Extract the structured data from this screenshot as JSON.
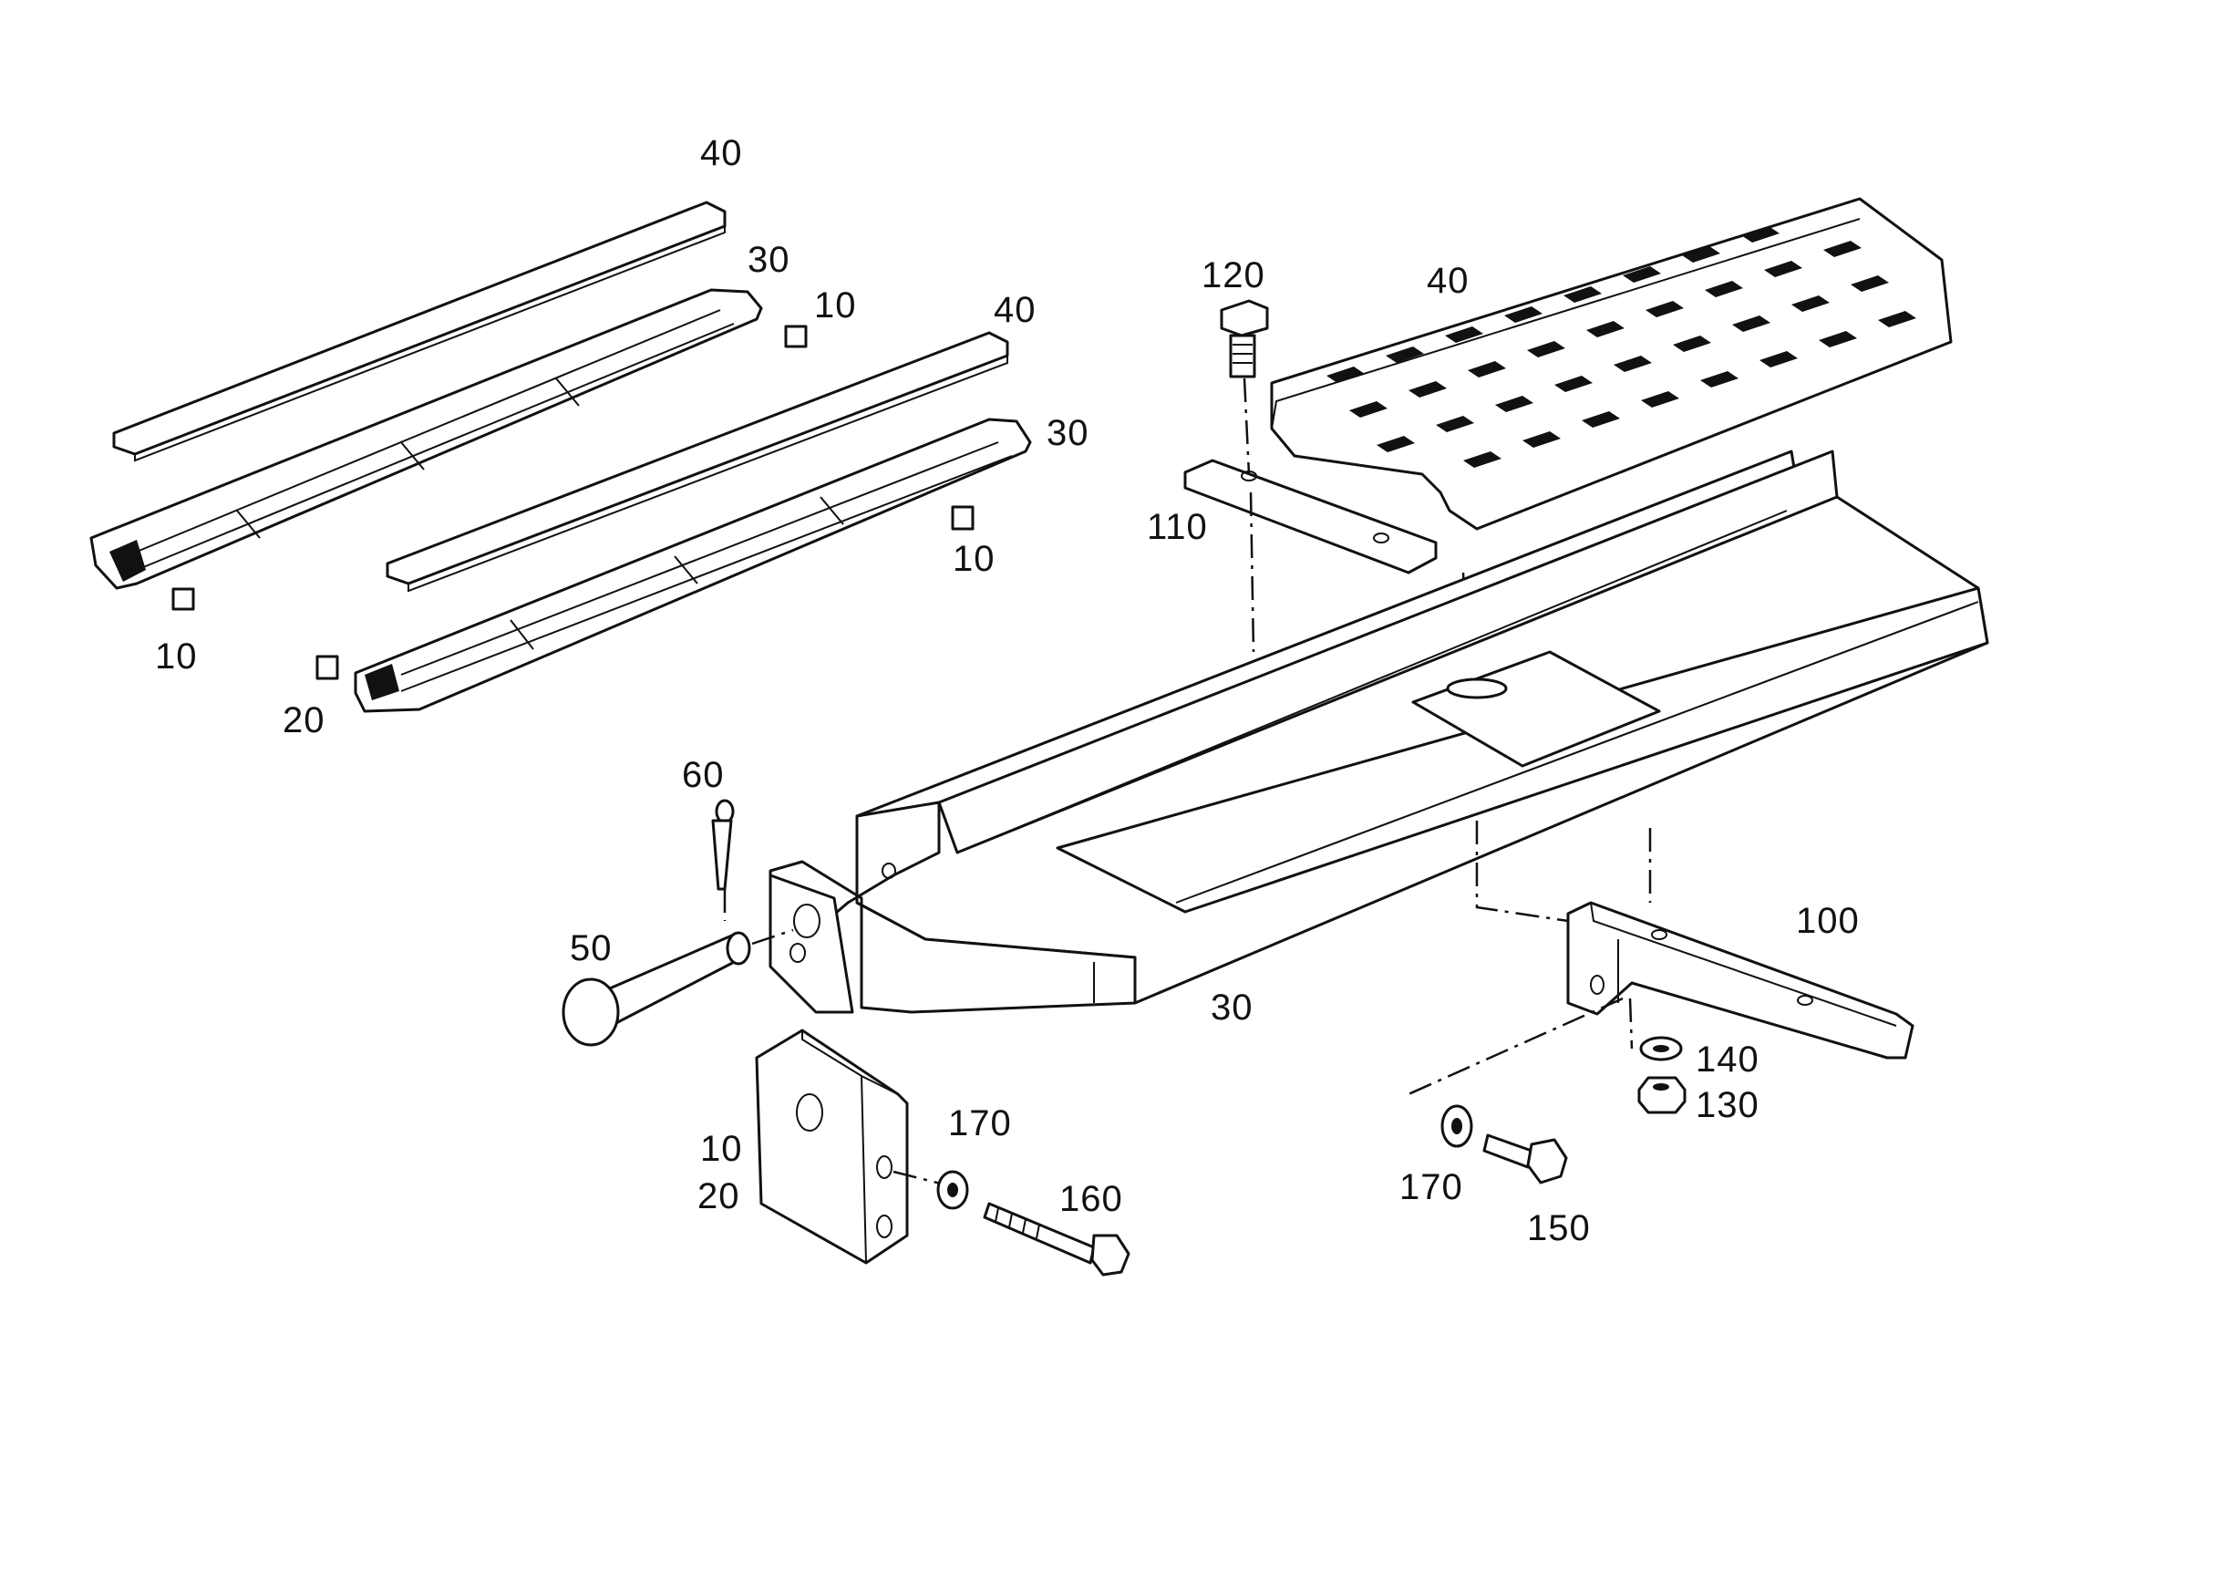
{
  "diagram": {
    "callouts": [
      {
        "id": "c-40-a",
        "text": "40"
      },
      {
        "id": "c-30-a",
        "text": "30"
      },
      {
        "id": "c-10-a",
        "text": "10"
      },
      {
        "id": "c-40-b",
        "text": "40"
      },
      {
        "id": "c-30-b",
        "text": "30"
      },
      {
        "id": "c-10-b",
        "text": "10"
      },
      {
        "id": "c-10-c",
        "text": "10"
      },
      {
        "id": "c-20-a",
        "text": "20"
      },
      {
        "id": "c-120",
        "text": "120"
      },
      {
        "id": "c-40-c",
        "text": "40"
      },
      {
        "id": "c-110",
        "text": "110"
      },
      {
        "id": "c-60",
        "text": "60"
      },
      {
        "id": "c-50",
        "text": "50"
      },
      {
        "id": "c-30-c",
        "text": "30"
      },
      {
        "id": "c-100",
        "text": "100"
      },
      {
        "id": "c-140",
        "text": "140"
      },
      {
        "id": "c-130",
        "text": "130"
      },
      {
        "id": "c-170-a",
        "text": "170"
      },
      {
        "id": "c-160",
        "text": "160"
      },
      {
        "id": "c-10-d",
        "text": "10"
      },
      {
        "id": "c-20-b",
        "text": "20"
      },
      {
        "id": "c-170-b",
        "text": "170"
      },
      {
        "id": "c-150",
        "text": "150"
      }
    ]
  }
}
